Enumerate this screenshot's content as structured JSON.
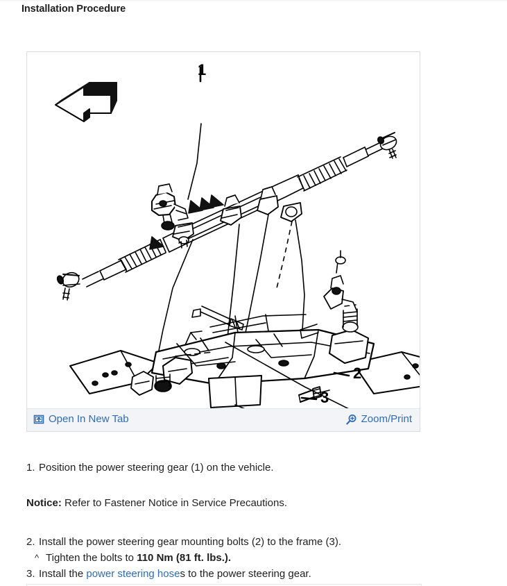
{
  "header": {
    "title": "Installation Procedure"
  },
  "figure": {
    "alt": "Exploded line drawing of power steering gear mounted to vehicle frame crossmember",
    "callouts": [
      {
        "id": "1",
        "label": "1"
      },
      {
        "id": "2",
        "label": "2"
      },
      {
        "id": "3",
        "label": "3"
      }
    ],
    "direction_arrow": "front-of-vehicle-arrow",
    "toolbar": {
      "open_in_new_tab_label": "Open In New Tab",
      "open_in_new_tab_icon": "open-in-new-tab-icon",
      "zoom_print_label": "Zoom/Print",
      "zoom_print_icon": "magnifier-plus-icon"
    }
  },
  "steps": {
    "step1": {
      "number": "1.",
      "text": "Position the power steering gear (1) on the vehicle."
    },
    "notice": {
      "label": "Notice:",
      "text": "Refer to Fastener Notice in Service Precautions."
    },
    "step2": {
      "number": "2.",
      "text": "Install the power steering gear mounting bolts (2) to the frame (3)."
    },
    "step2_sub": {
      "bullet": "^",
      "prefix": "Tighten the bolts to ",
      "torque": "110 Nm (81 ft. lbs.).",
      "suffix": ""
    },
    "step3": {
      "number": "3.",
      "prefix": "Install the ",
      "link": "power steering hose",
      "suffix": "s to the power steering gear."
    }
  },
  "colors": {
    "link": "#2f6cb5",
    "text": "#1f1f1f",
    "toolbar_bg": "#f2f4f8",
    "panel_border": "#dcdcdc"
  }
}
